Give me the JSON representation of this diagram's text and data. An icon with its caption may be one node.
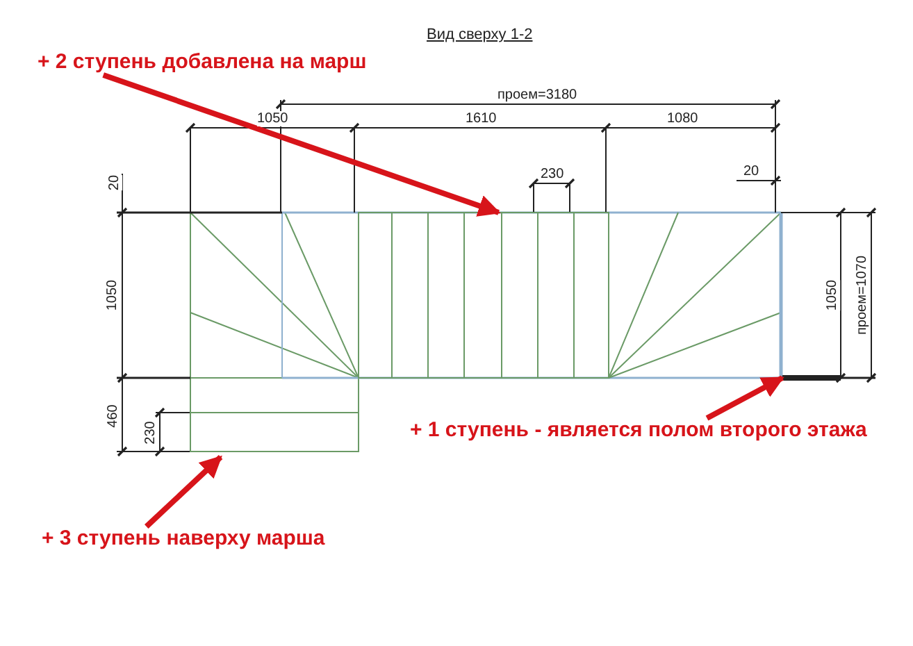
{
  "diagram": {
    "title": "Вид сверху 1-2",
    "nodes": [
      {
        "text": [
          "+ 2 ступень добавлена на марш"
        ]
      },
      {
        "text": [],
        "shape": "box"
      },
      {
        "text": [
          "+ 1 ступень - является полом второго этажа"
        ]
      },
      {
        "text": [],
        "shape": "bar"
      },
      {
        "text": [
          "+ 3 ступень наверху марша"
        ]
      },
      {
        "text": [],
        "shape": "box"
      }
    ],
    "edges": [
      {
        "from": 0,
        "to": 1,
        "arrow": "to"
      },
      {
        "from": 2,
        "to": 3,
        "arrow": "to"
      },
      {
        "from": 4,
        "to": 5,
        "arrow": "to"
      }
    ],
    "labels": [
      "проем=3180",
      "1050",
      "1610",
      "1080",
      "230",
      "20",
      "20",
      "1050",
      "1050",
      "проем=1070",
      "460",
      "230"
    ]
  }
}
